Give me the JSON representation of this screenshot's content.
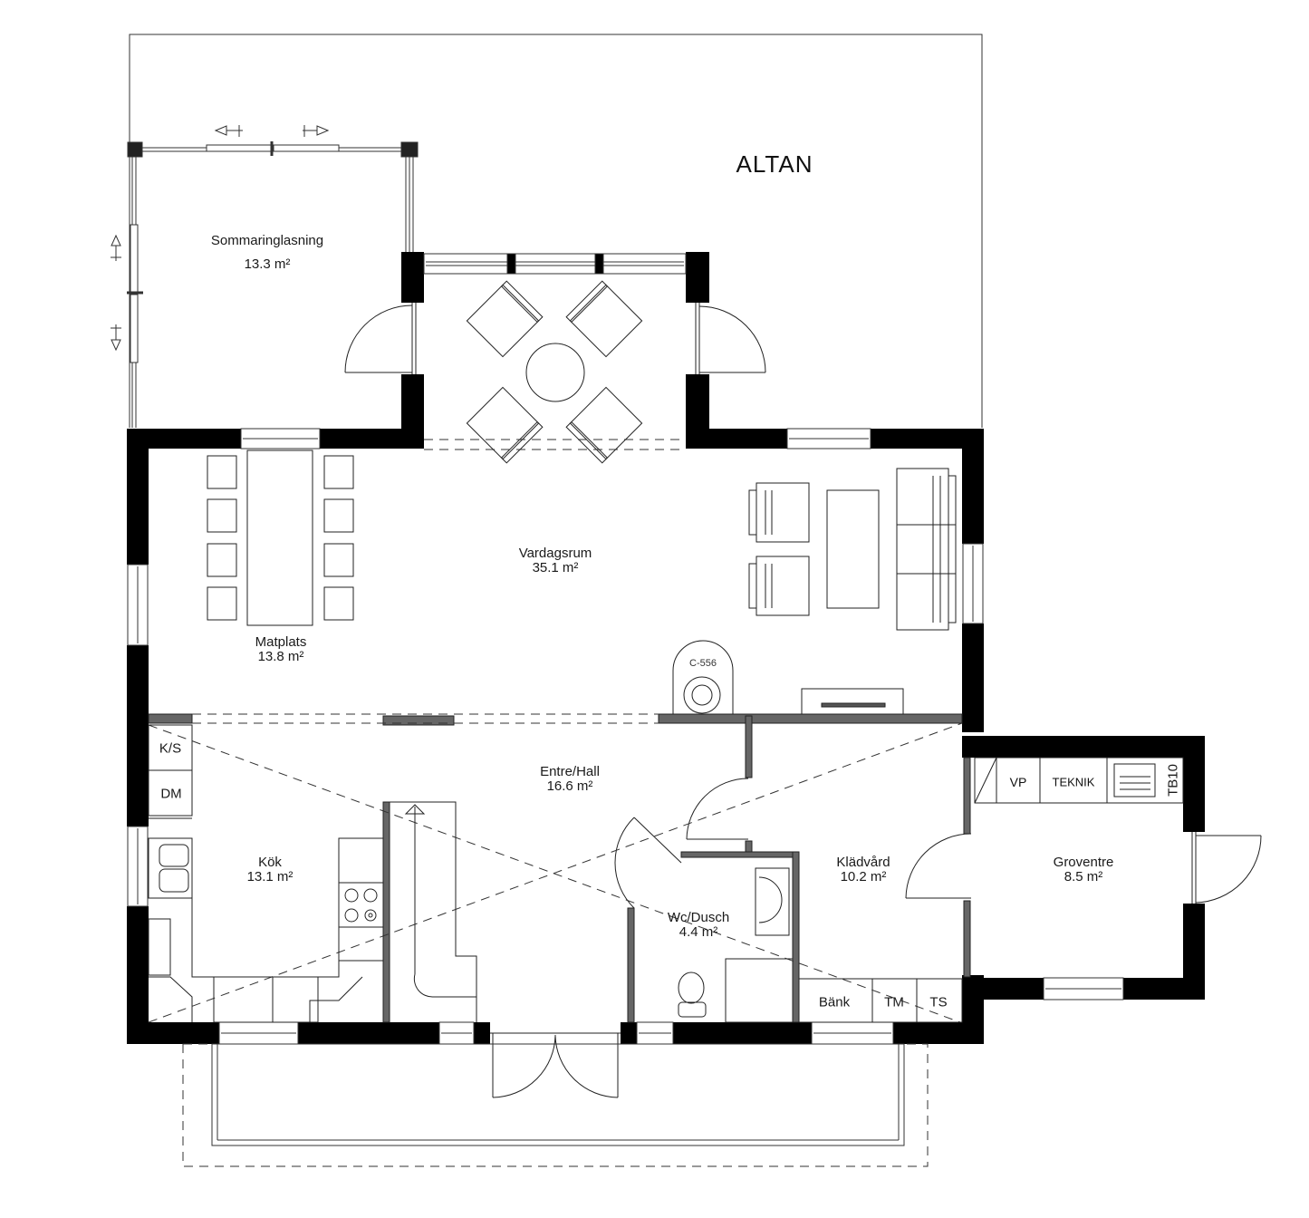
{
  "plan": {
    "type": "floor-plan",
    "colors": {
      "wall": "#000000",
      "line": "#222222",
      "background": "#ffffff"
    },
    "outdoor_label": "ALTAN",
    "rooms": [
      {
        "id": "sommaringlasning",
        "name": "Sommaringlasning",
        "area": "13.3 m²"
      },
      {
        "id": "vardagsrum",
        "name": "Vardagsrum",
        "area": "35.1 m²"
      },
      {
        "id": "matplats",
        "name": "Matplats",
        "area": "13.8 m²"
      },
      {
        "id": "entre",
        "name": "Entre/Hall",
        "area": "16.6 m²"
      },
      {
        "id": "kok",
        "name": "Kök",
        "area": "13.1 m²"
      },
      {
        "id": "wc",
        "name": "Wc/Dusch",
        "area": "4.4 m²"
      },
      {
        "id": "kladvard",
        "name": "Klädvård",
        "area": "10.2 m²"
      },
      {
        "id": "groventre",
        "name": "Groventre",
        "area": "8.5 m²"
      }
    ],
    "fixtures": {
      "ks": "K/S",
      "dm": "DM",
      "vp": "VP",
      "teknik": "TEKNIK",
      "tb10": "TB10",
      "bank": "Bänk",
      "tm": "TM",
      "ts": "TS",
      "stove": "C-556"
    }
  }
}
